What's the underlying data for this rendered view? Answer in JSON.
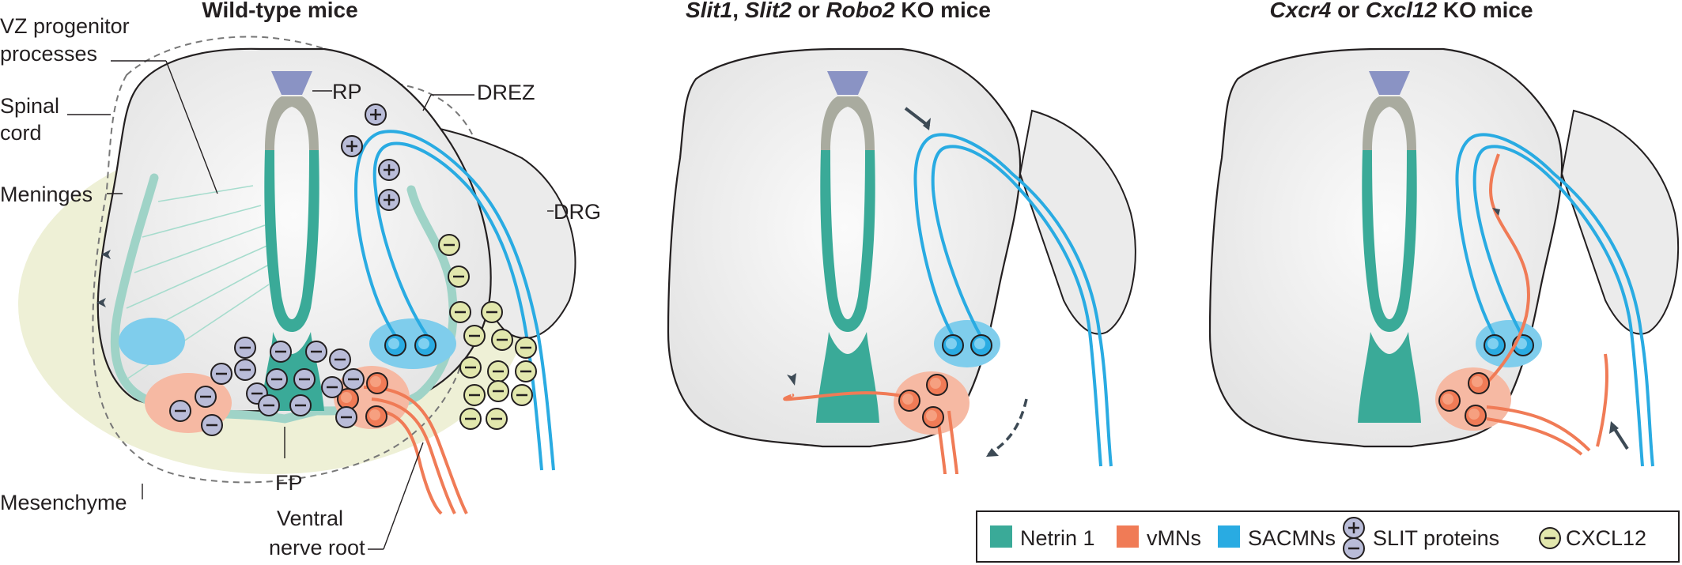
{
  "panels": [
    {
      "title_parts": [
        {
          "text": "Wild-type mice",
          "italic": false
        }
      ],
      "labels": {
        "vz": "VZ progenitor",
        "vz2": "processes",
        "spinal": "Spinal",
        "spinal2": "cord",
        "meninges": "Meninges",
        "mesenchyme": "Mesenchyme",
        "rp": "RP",
        "drez": "DREZ",
        "drg": "DRG",
        "fp": "FP",
        "vnr": "Ventral",
        "vnr2": "nerve root"
      }
    },
    {
      "title_parts": [
        {
          "text": "Slit1",
          "italic": true
        },
        {
          "text": ", ",
          "italic": false
        },
        {
          "text": "Slit2",
          "italic": true
        },
        {
          "text": " or ",
          "italic": false
        },
        {
          "text": "Robo2",
          "italic": true
        },
        {
          "text": " KO mice",
          "italic": false
        }
      ]
    },
    {
      "title_parts": [
        {
          "text": "Cxcr4",
          "italic": true
        },
        {
          "text": " or ",
          "italic": false
        },
        {
          "text": "Cxcl12",
          "italic": true
        },
        {
          "text": " KO mice",
          "italic": false
        }
      ]
    }
  ],
  "signs": {
    "plus": "+",
    "minus": "−"
  },
  "legend": [
    {
      "label": "Netrin 1",
      "color": "#3aaa98"
    },
    {
      "label": "vMNs",
      "color": "#f07b56"
    },
    {
      "label": "SACMNs",
      "color": "#29abe2"
    },
    {
      "label": "SLIT proteins",
      "color": "#b9bcd8"
    },
    {
      "label": "CXCL12",
      "color": "#e2e7ad"
    }
  ],
  "colors": {
    "netrin": "#3aaa98",
    "vmn": "#f07b56",
    "vmn_area": "#f6b9a3",
    "sacmn": "#29abe2",
    "sacmn_area": "#7fcdec",
    "slit": "#b9bcd8",
    "cxcl12": "#e2e7ad",
    "roof_plate": "#8a93c4",
    "cord": "#ececec",
    "mesenchyme": "#eef0d6",
    "meninges": "#9fd3c7",
    "gray_rp": "#a9ab9f"
  }
}
